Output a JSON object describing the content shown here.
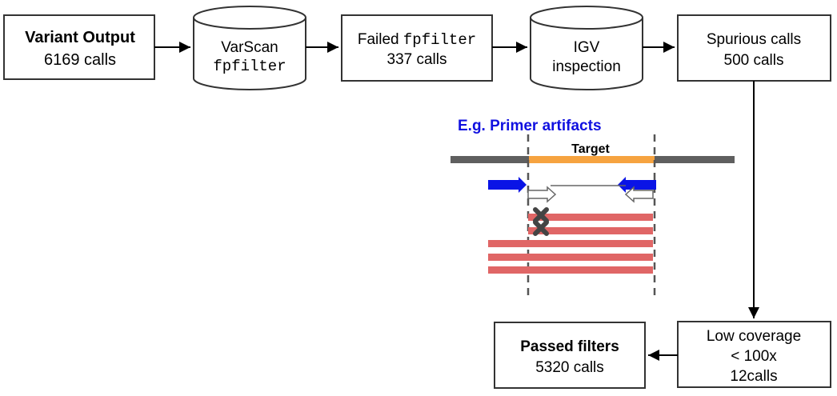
{
  "flow": {
    "variant_output": {
      "line1": "Variant Output",
      "line2": "6169 calls"
    },
    "varscan": {
      "line1": "VarScan",
      "line2": "fpfilter"
    },
    "failed": {
      "line1_prefix": "Failed ",
      "line1_code": "fpfilter",
      "line2": "337 calls"
    },
    "igv": {
      "line1": "IGV",
      "line2": "inspection"
    },
    "spurious": {
      "line1": "Spurious calls",
      "line2": "500 calls"
    },
    "low_coverage": {
      "line1": "Low coverage",
      "line2": "< 100x",
      "line3": "12calls"
    },
    "passed": {
      "line1": "Passed filters",
      "line2": "5320 calls"
    }
  },
  "inset": {
    "title": "E.g. Primer artifacts",
    "target_label": "Target"
  },
  "colors": {
    "box_stroke": "#333333",
    "arrow": "#000000",
    "title_blue": "#1010e0",
    "reference": "#5f5f5f",
    "target": "#f6a340",
    "primer": "#0a14e6",
    "read": "#e06666",
    "cross": "#444444"
  }
}
